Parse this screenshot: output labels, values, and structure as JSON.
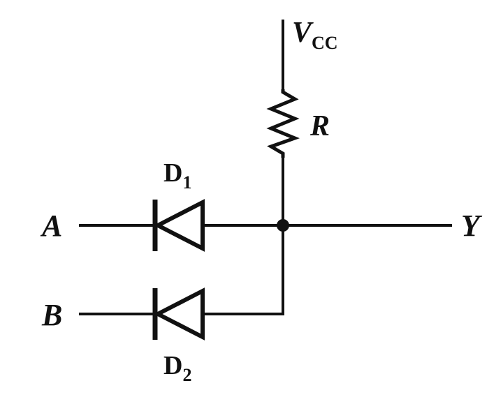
{
  "labels": {
    "supply_main": "V",
    "supply_sub": "CC",
    "resistor": "R",
    "diode1_main": "D",
    "diode1_sub": "1",
    "diode2_main": "D",
    "diode2_sub": "2",
    "input_a": "A",
    "input_b": "B",
    "output": "Y"
  },
  "colors": {
    "ink": "#111111",
    "background": "#ffffff"
  }
}
